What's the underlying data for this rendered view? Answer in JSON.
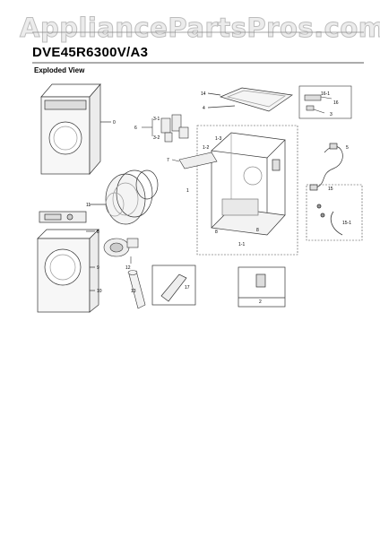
{
  "watermark": "AppliancePartsPros.com",
  "model": "DVE45R6300V/A3",
  "section_title": "Exploded View",
  "callouts": {
    "c0": "0",
    "c1": "1",
    "c1_1": "1-1",
    "c1_2": "1-2",
    "c1_3": "1-3",
    "c2": "2",
    "c3": "3",
    "c3_1": "3-1",
    "c3_2": "3-2",
    "c4": "4",
    "c5": "5",
    "c6": "6",
    "c7": "7",
    "c8a": "8",
    "c8b": "8",
    "c8c": "8",
    "c9": "9",
    "c10": "10",
    "c11": "11",
    "c12": "12",
    "c13": "13",
    "c14": "14",
    "c15": "15",
    "c15_1": "15-1",
    "c16": "16",
    "c16_1": "16-1",
    "c17": "17"
  }
}
